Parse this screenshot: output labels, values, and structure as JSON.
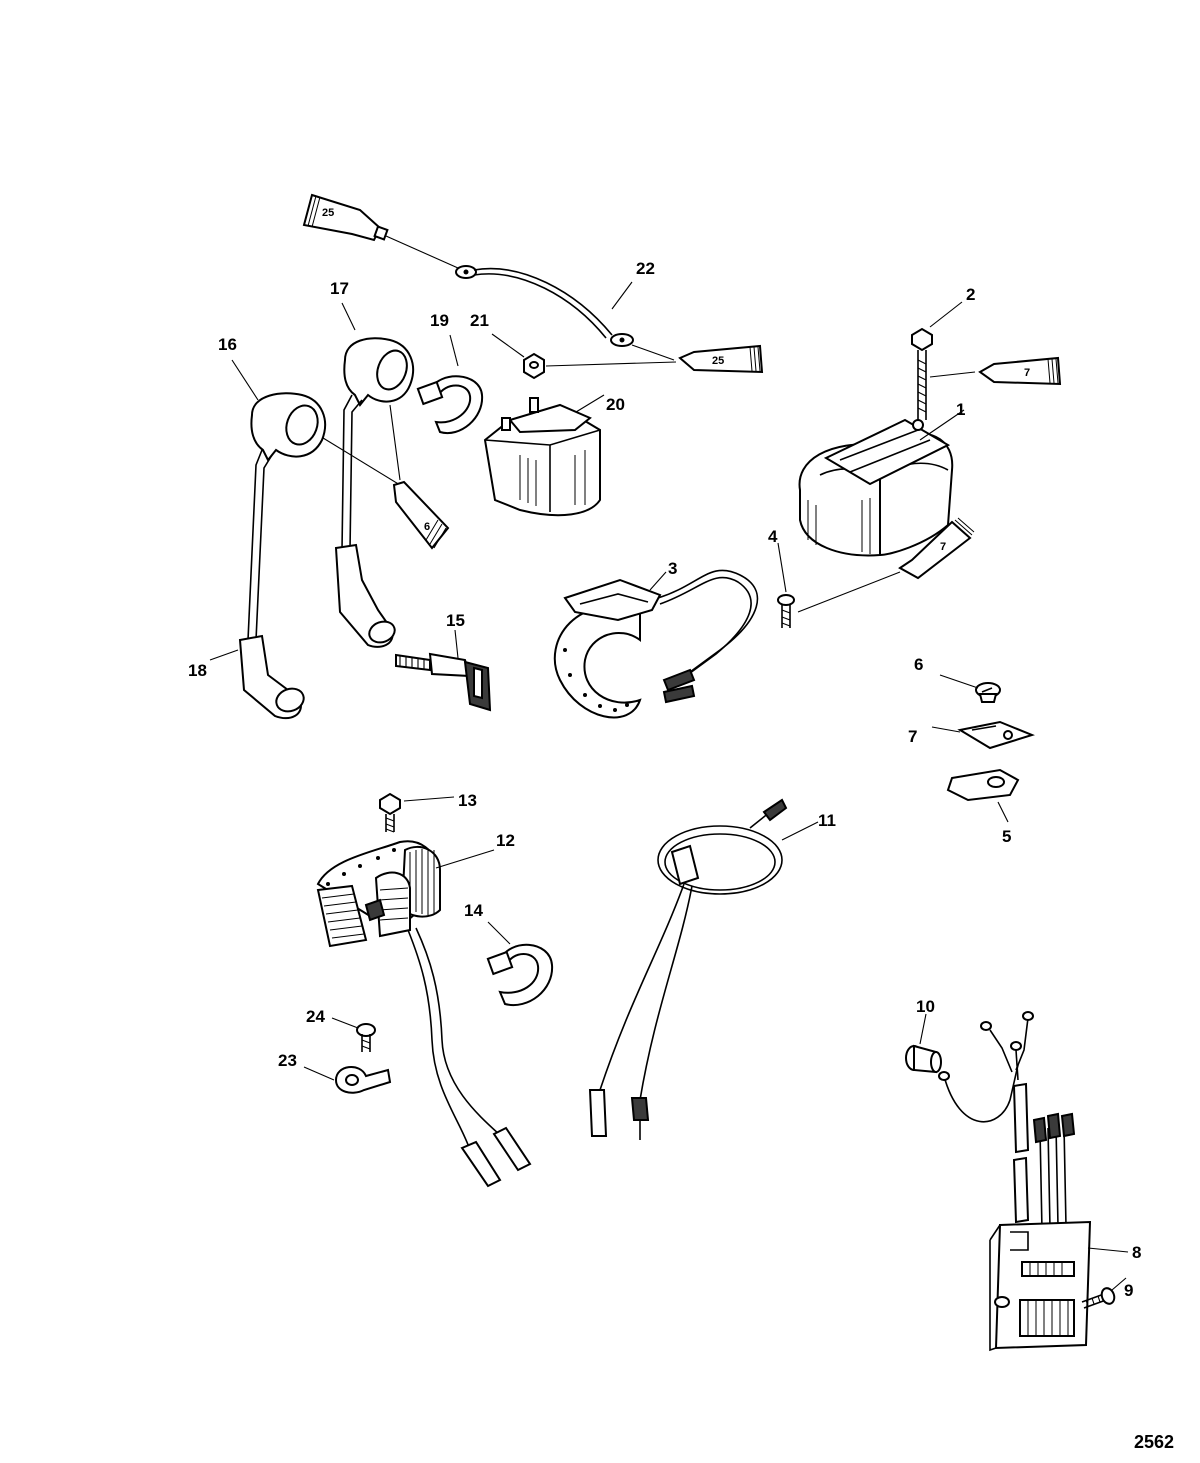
{
  "diagram": {
    "figure_number": "2562",
    "callouts": {
      "c1": "1",
      "c2": "2",
      "c3": "3",
      "c4": "4",
      "c5": "5",
      "c6": "6",
      "c7": "7",
      "c8": "8",
      "c9": "9",
      "c10": "10",
      "c11": "11",
      "c12": "12",
      "c13": "13",
      "c14": "14",
      "c15": "15",
      "c16": "16",
      "c17": "17",
      "c18": "18",
      "c19": "19",
      "c20": "20",
      "c21": "21",
      "c22": "22",
      "c23": "23",
      "c24": "24"
    },
    "tube_labels": {
      "t25a": "25",
      "t25b": "25",
      "t7a": "7",
      "t7b": "7",
      "t6": "6"
    }
  }
}
